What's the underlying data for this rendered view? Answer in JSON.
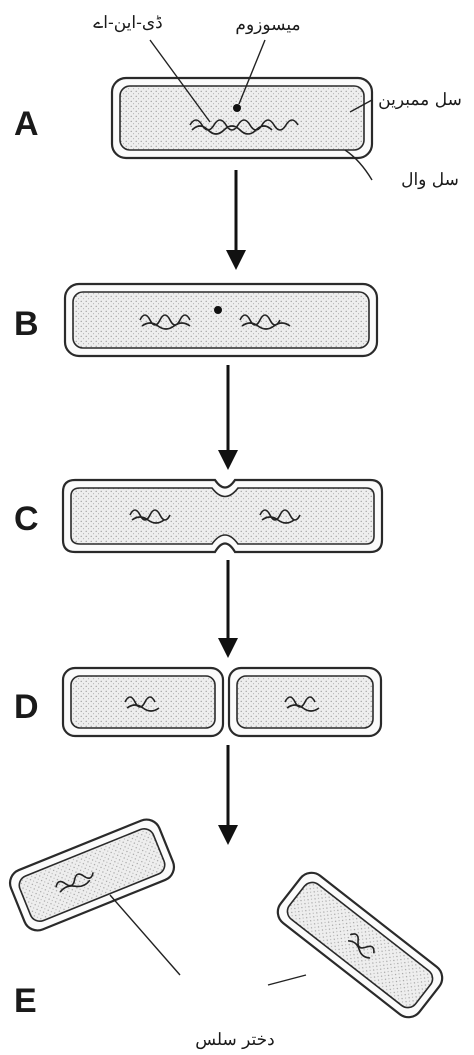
{
  "stages": [
    {
      "letter": "A"
    },
    {
      "letter": "B"
    },
    {
      "letter": "C"
    },
    {
      "letter": "D"
    },
    {
      "letter": "E"
    }
  ],
  "labels": {
    "dna": "ڈی-این-اے",
    "mesosome": "میسوزوم",
    "cell_membrane": "سل ممبرین",
    "cell_wall": "سل وال",
    "daughter_cells": "دختر سلس"
  }
}
